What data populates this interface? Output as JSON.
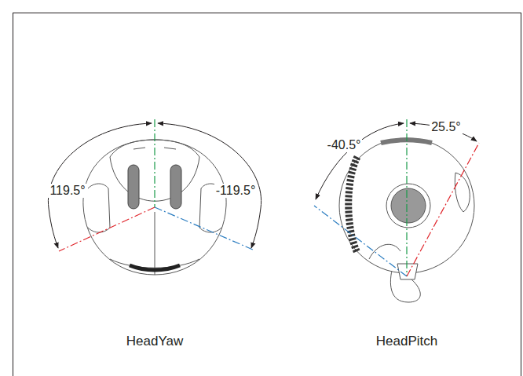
{
  "diagram": {
    "labels": [
      "119.5°",
      "-119.5°",
      "HeadYaw",
      "-40.5°",
      "25.5°",
      "HeadPitch"
    ]
  }
}
